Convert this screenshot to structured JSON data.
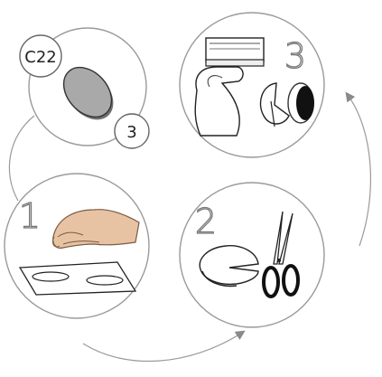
{
  "part": {
    "code": "C22",
    "quantity": "3"
  },
  "steps": [
    {
      "number": "1"
    },
    {
      "number": "2"
    },
    {
      "number": "3"
    }
  ]
}
